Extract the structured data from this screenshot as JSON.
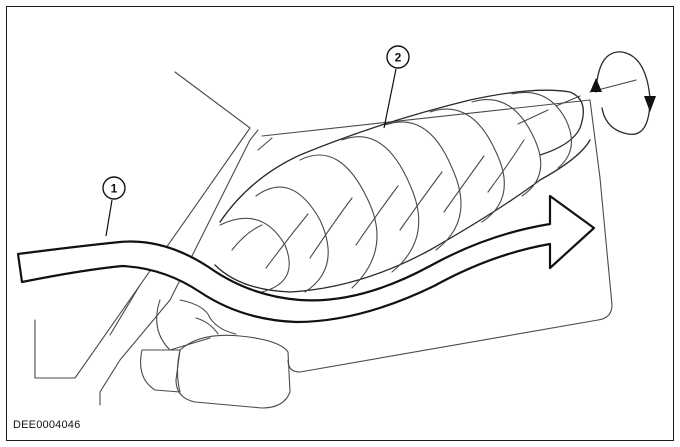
{
  "figure": {
    "code": "DEE0004046",
    "callouts": [
      {
        "label": "1"
      },
      {
        "label": "2"
      }
    ]
  }
}
